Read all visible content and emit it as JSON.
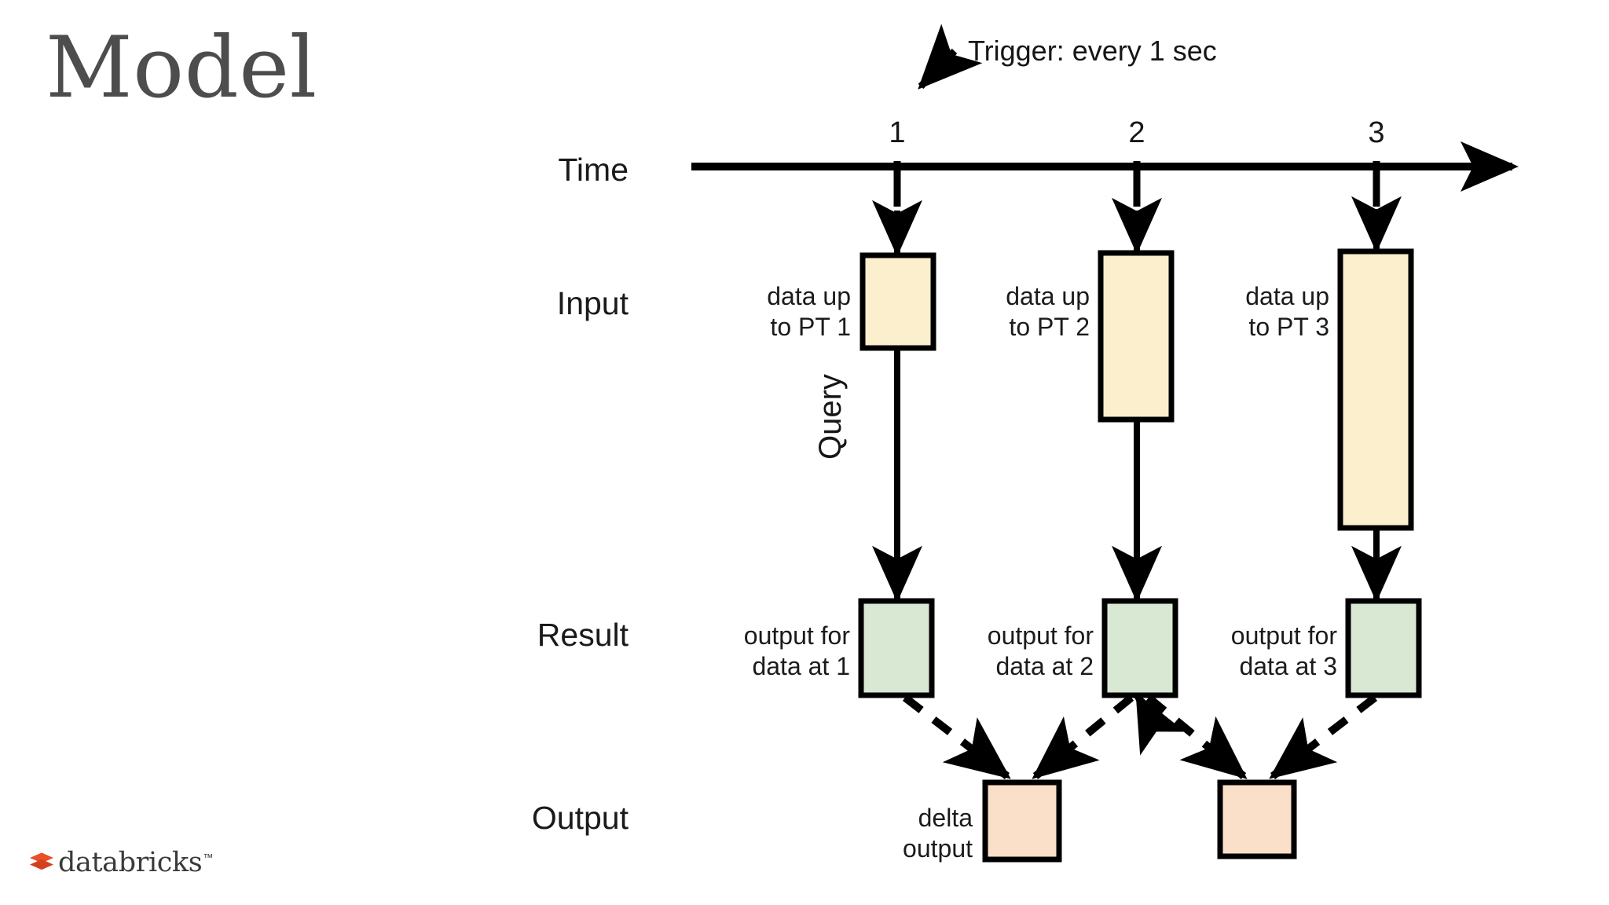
{
  "slide": {
    "title": "Model",
    "background_color": "#ffffff"
  },
  "annotations": {
    "trigger": "Trigger: every 1 sec",
    "query": "Query",
    "delta_output": "delta\noutput"
  },
  "rows": [
    {
      "key": "time",
      "label": "Time"
    },
    {
      "key": "input",
      "label": "Input"
    },
    {
      "key": "result",
      "label": "Result"
    },
    {
      "key": "output",
      "label": "Output"
    }
  ],
  "timeline": {
    "ticks": [
      {
        "label": "1"
      },
      {
        "label": "2"
      },
      {
        "label": "3"
      }
    ],
    "axis_color": "#000000"
  },
  "input_boxes": [
    {
      "caption": "data up\nto PT 1",
      "fill": "#fcefcd"
    },
    {
      "caption": "data up\nto PT 2",
      "fill": "#fcefcd"
    },
    {
      "caption": "data up\nto PT 3",
      "fill": "#fcefcd"
    }
  ],
  "result_boxes": [
    {
      "caption": "output for\ndata at 1",
      "fill": "#d9e8d2"
    },
    {
      "caption": "output for\ndata at 2",
      "fill": "#d9e8d2"
    },
    {
      "caption": "output for\ndata at 3",
      "fill": "#d9e8d2"
    }
  ],
  "output_boxes": [
    {
      "caption": "",
      "fill": "#fae0c8"
    },
    {
      "caption": "",
      "fill": "#fae0c8"
    }
  ],
  "logo": {
    "name": "databricks",
    "trademark": "™",
    "mark_color_top": "#e8502a",
    "mark_color_bottom": "#d63f1e",
    "text_color": "#3a3a3a"
  },
  "colors": {
    "title": "#4d4d4d",
    "stroke": "#000000",
    "input_fill": "#fcefcd",
    "result_fill": "#d9e8d2",
    "output_fill": "#fae0c8"
  }
}
